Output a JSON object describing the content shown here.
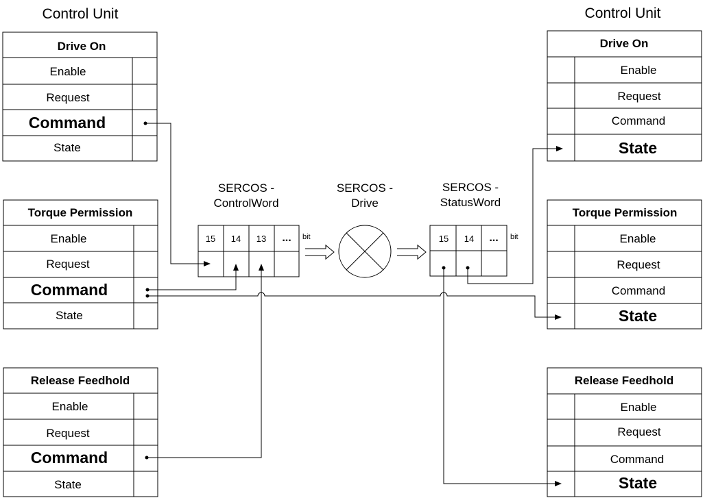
{
  "left_unit": {
    "title": "Control Unit",
    "blocks": [
      {
        "title": "Drive On",
        "rows": [
          "Enable",
          "Request",
          "Command",
          "State"
        ]
      },
      {
        "title": "Torque Permission",
        "rows": [
          "Enable",
          "Request",
          "Command",
          "State"
        ]
      },
      {
        "title": "Release Feedhold",
        "rows": [
          "Enable",
          "Request",
          "Command",
          "State"
        ]
      }
    ]
  },
  "right_unit": {
    "title": "Control Unit",
    "blocks": [
      {
        "title": "Drive On",
        "rows": [
          "Enable",
          "Request",
          "Command",
          "State"
        ]
      },
      {
        "title": "Torque Permission",
        "rows": [
          "Enable",
          "Request",
          "Command",
          "State"
        ]
      },
      {
        "title": "Release Feedhold",
        "rows": [
          "Enable",
          "Request",
          "Command",
          "State"
        ]
      }
    ]
  },
  "controlword": {
    "label_line1": "SERCOS -",
    "label_line2": "ControlWord",
    "bits": [
      "15",
      "14",
      "13",
      "..."
    ],
    "bit_label": "bit"
  },
  "drive": {
    "label_line1": "SERCOS -",
    "label_line2": "Drive"
  },
  "statusword": {
    "label_line1": "SERCOS -",
    "label_line2": "StatusWord",
    "bits": [
      "15",
      "14",
      "..."
    ],
    "bit_label": "bit"
  }
}
